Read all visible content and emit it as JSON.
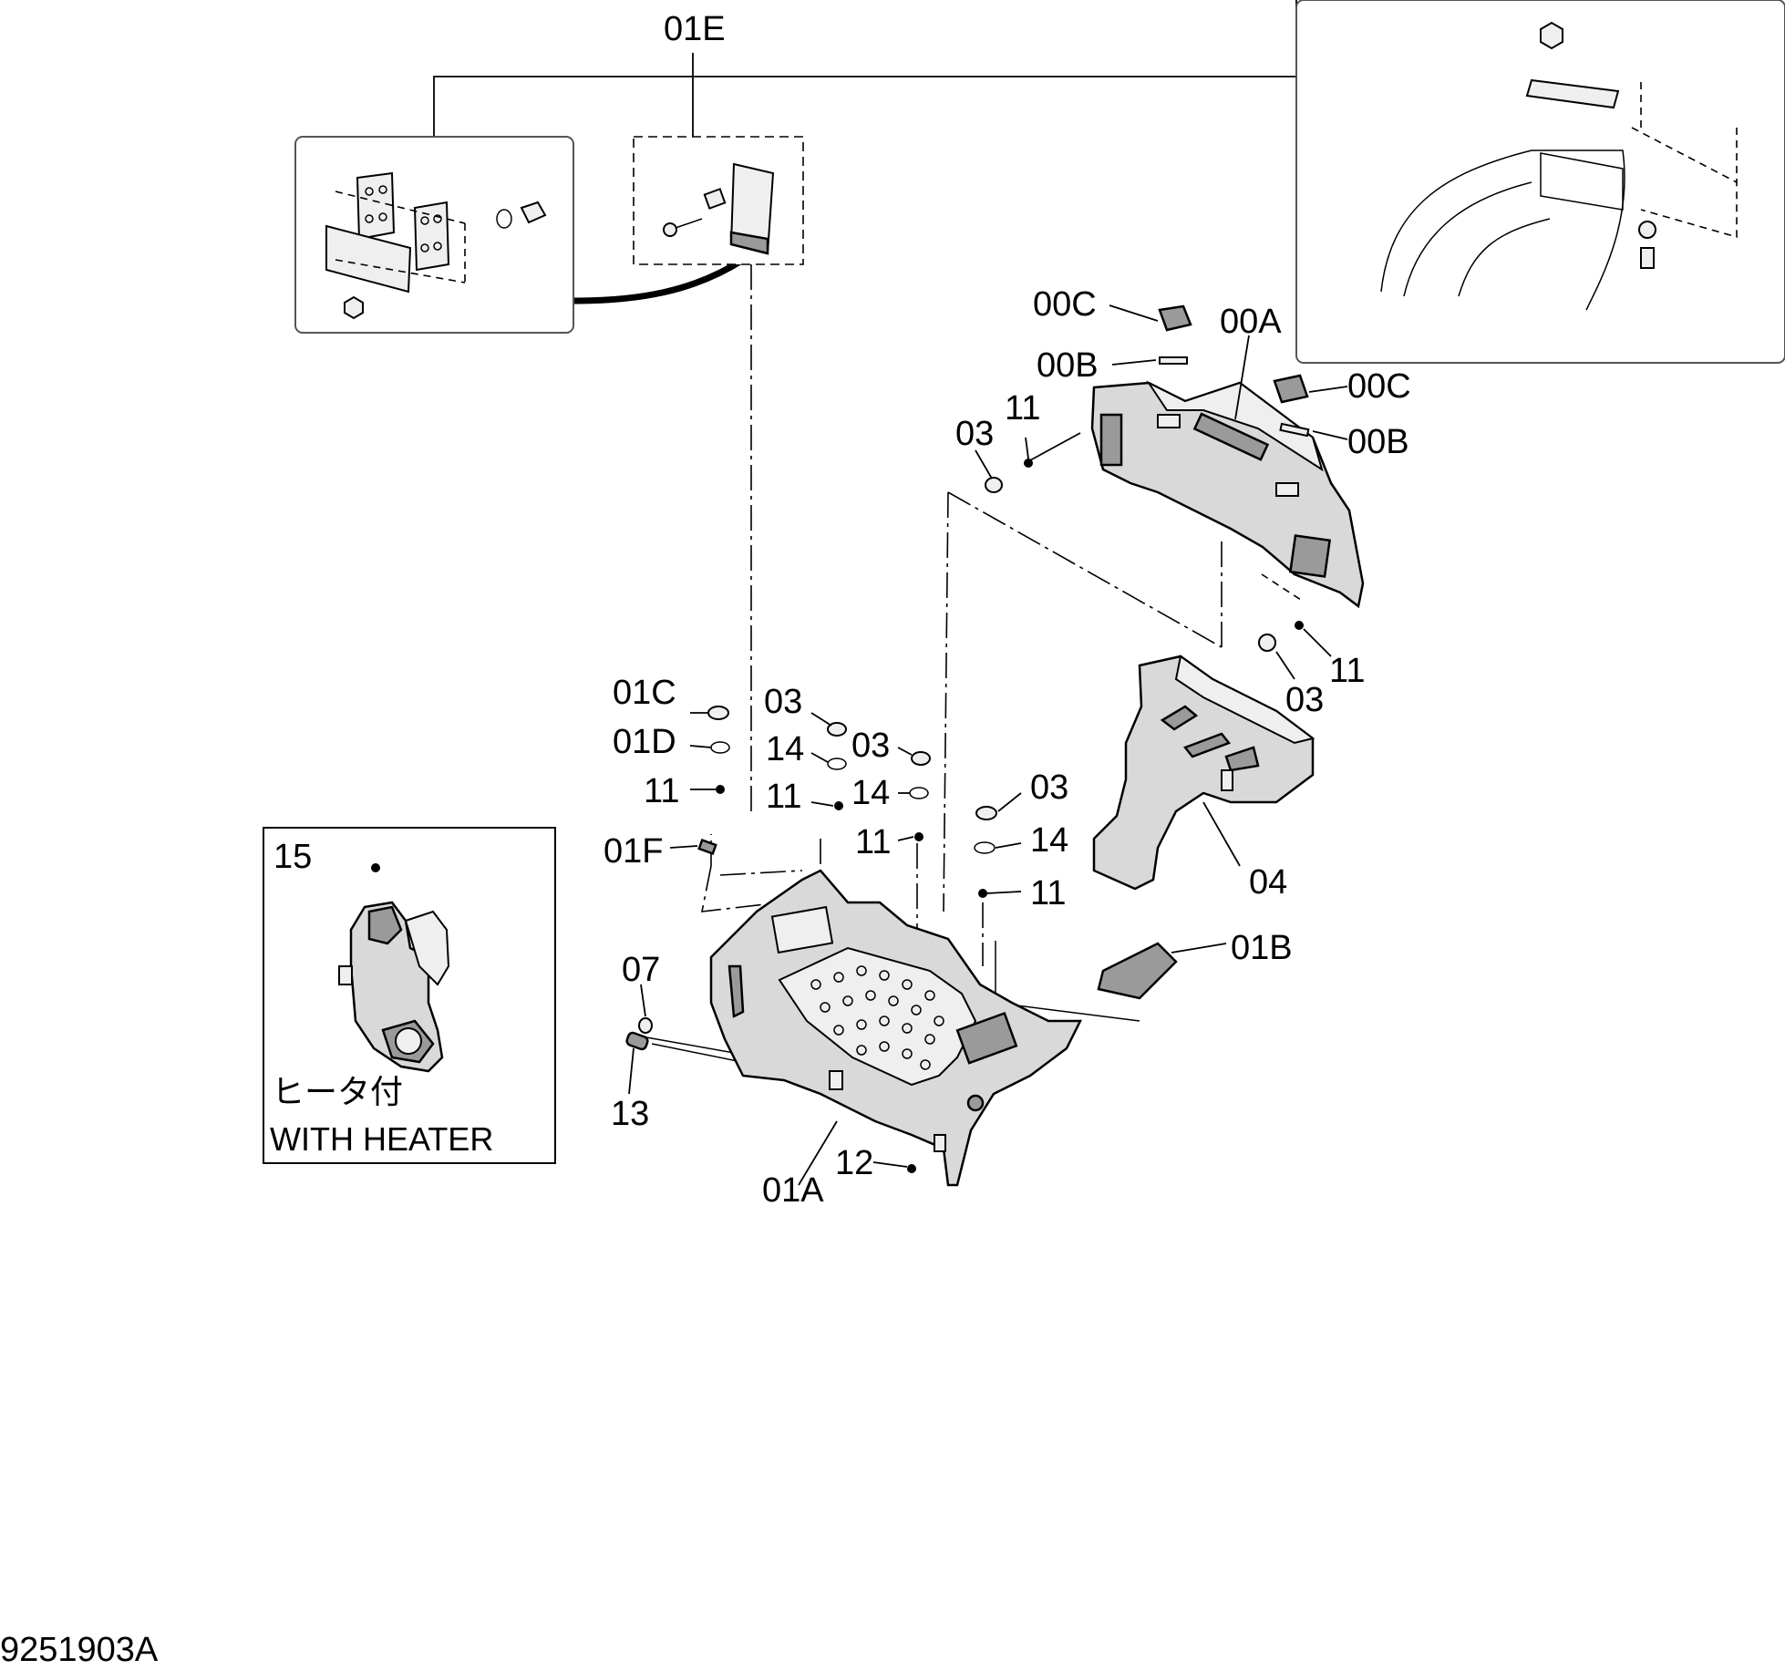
{
  "drawing": {
    "number": "9251903A",
    "callouts": {
      "c01E": "01E",
      "c00C_a": "00C",
      "c00A": "00A",
      "c00B_a": "00B",
      "c00C_b": "00C",
      "c00B_b": "00B",
      "c11_a": "11",
      "c03_a": "03",
      "c11_b": "11",
      "c03_b": "03",
      "c01C": "01C",
      "c01D": "01D",
      "c11_c": "11",
      "c03_c": "03",
      "c14_a": "14",
      "c03_d": "03",
      "c11_d": "11",
      "c14_b": "14",
      "c11_e": "11",
      "c01F": "01F",
      "c03_e": "03",
      "c14_c": "14",
      "c11_f": "11",
      "c04": "04",
      "c01B": "01B",
      "c07": "07",
      "c13": "13",
      "c12": "12",
      "c01A": "01A",
      "c15": "15"
    },
    "inset": {
      "jp_label": "ヒータ付",
      "en_label": "WITH  HEATER"
    }
  }
}
